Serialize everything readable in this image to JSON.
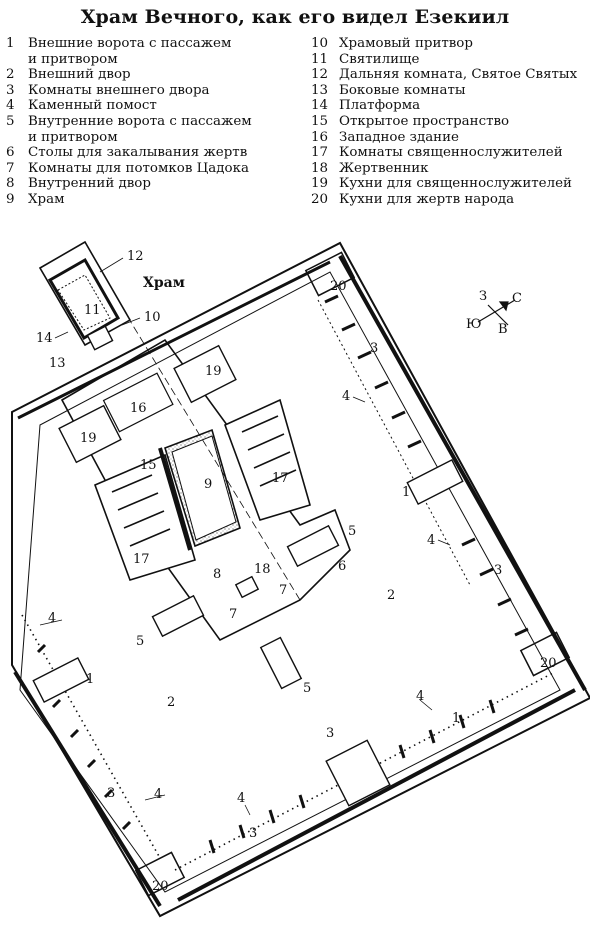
{
  "title": "Храм Вечного, как его видел Езекиил",
  "legend_left": [
    {
      "num": "1",
      "label": "Внешние ворота с пассажем"
    },
    {
      "num": "",
      "label": "и притвором"
    },
    {
      "num": "2",
      "label": "Внешний двор"
    },
    {
      "num": "3",
      "label": "Комнаты внешнего двора"
    },
    {
      "num": "4",
      "label": "Каменный помост"
    },
    {
      "num": "5",
      "label": "Внутренние ворота с пассажем"
    },
    {
      "num": "",
      "label": "и притвором"
    },
    {
      "num": "6",
      "label": "Столы для закалывания жертв"
    },
    {
      "num": "7",
      "label": "Комнаты для потомков Цадока"
    },
    {
      "num": "8",
      "label": "Внутренний двор"
    },
    {
      "num": "9",
      "label": "Храм"
    }
  ],
  "legend_right": [
    {
      "num": "10",
      "label": "Храмовый притвор"
    },
    {
      "num": "11",
      "label": "Святилище"
    },
    {
      "num": "12",
      "label": "Дальняя комната, Святое Святых"
    },
    {
      "num": "13",
      "label": "Боковые комнаты"
    },
    {
      "num": "14",
      "label": "Платформа"
    },
    {
      "num": "15",
      "label": "Открытое пространство"
    },
    {
      "num": "16",
      "label": "Западное здание"
    },
    {
      "num": "17",
      "label": "Комнаты священнослужителей"
    },
    {
      "num": "18",
      "label": "Жертвенник"
    },
    {
      "num": "19",
      "label": "Кухни для священнослужителей"
    },
    {
      "num": "20",
      "label": "Кухни для жертв народа"
    }
  ],
  "inset_title": "Храм",
  "compass": {
    "north": "С",
    "south": "Ю",
    "east": "В",
    "west": "З"
  },
  "labels": [
    "12",
    "11",
    "10",
    "14",
    "13",
    "20",
    "3",
    "4",
    "19",
    "16",
    "19",
    "15",
    "9",
    "17",
    "1",
    "5",
    "4",
    "6",
    "17",
    "8",
    "18",
    "3",
    "2",
    "7",
    "7",
    "4",
    "5",
    "5",
    "20",
    "1",
    "2",
    "4",
    "3",
    "1",
    "3",
    "4",
    "4",
    "3",
    "20"
  ]
}
